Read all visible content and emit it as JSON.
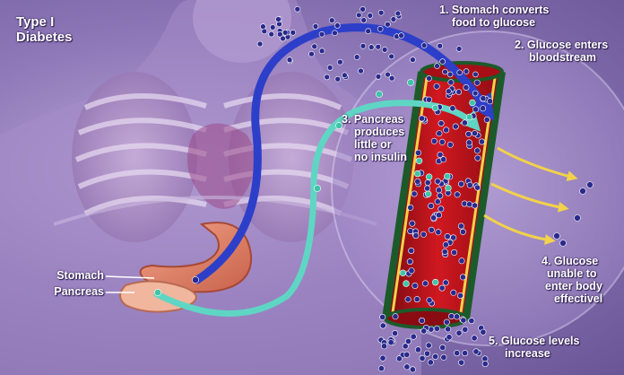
{
  "title": {
    "line1": "Type I",
    "line2": "Diabetes"
  },
  "labels": {
    "organ_stomach": "Stomach",
    "organ_pancreas": "Pancreas",
    "step1": {
      "line1": "1. Stomach converts",
      "line2": "food to glucose"
    },
    "step2": {
      "line1": "2. Glucose enters",
      "line2": "bloodstream"
    },
    "step3": {
      "line1": "3. Pancreas",
      "line2": "produces",
      "line3": "little or",
      "line4": "no insulin"
    },
    "step4": {
      "line1": "4. Glucose",
      "line2": "unable to",
      "line3": "enter body",
      "line4": "effectivel"
    },
    "step5": {
      "line1": "5. Glucose levels",
      "line2": "increase"
    }
  },
  "colors": {
    "background": "#8e78b8",
    "glucose_arrow": "#2d3fc9",
    "insulin_arrow": "#5fd6c4",
    "vessel": "#c4121a",
    "glucose_dot": "#2a2a8c",
    "insulin_dot": "#3fc4a8"
  }
}
